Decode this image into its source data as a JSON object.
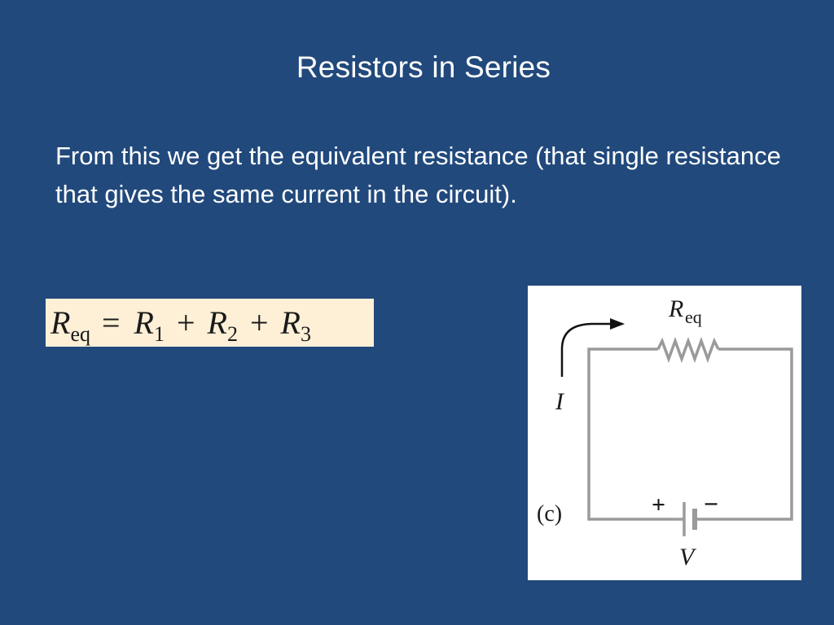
{
  "slide": {
    "title": "Resistors in Series",
    "body": "From this we get the equivalent resistance (that single resistance that gives the same current in the circuit)."
  },
  "equation": {
    "lhs_symbol": "R",
    "lhs_subscript": "eq",
    "equals": "=",
    "terms": [
      {
        "symbol": "R",
        "subscript": "1"
      },
      {
        "symbol": "R",
        "subscript": "2"
      },
      {
        "symbol": "R",
        "subscript": "3"
      }
    ],
    "plus": "+"
  },
  "circuit": {
    "resistor_symbol": "R",
    "resistor_subscript": "eq",
    "current_label": "I",
    "panel_label": "(c)",
    "battery_plus": "+",
    "battery_minus": "−",
    "voltage_label": "V",
    "wire_color": "#9a9a9a",
    "text_color": "#1a1a1a"
  },
  "colors": {
    "background": "#21497c",
    "equation_background": "#fdf0d7",
    "text": "#ffffff"
  }
}
